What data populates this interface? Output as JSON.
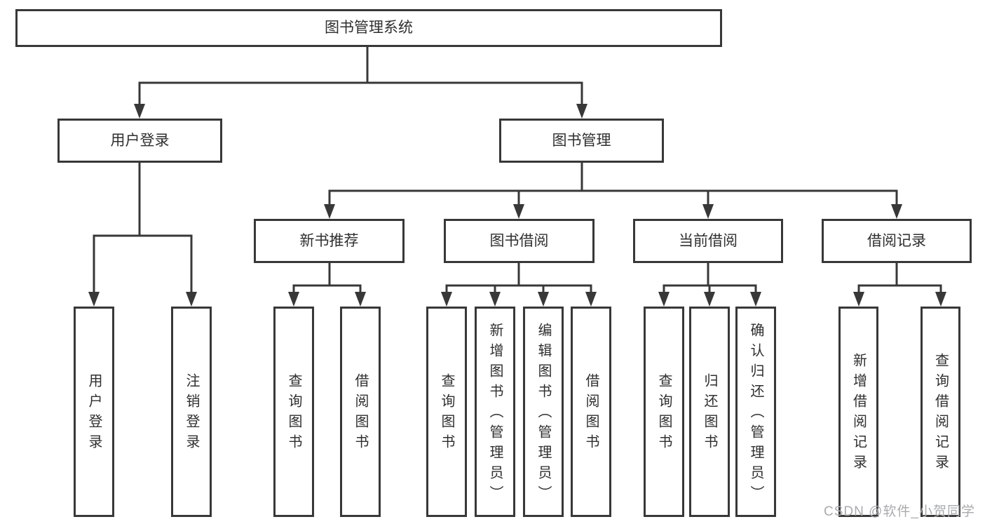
{
  "root": {
    "label": "图书管理系统"
  },
  "branches": [
    {
      "label": "用户登录",
      "children": [
        {
          "label": "用户登录"
        },
        {
          "label": "注销登录"
        }
      ]
    },
    {
      "label": "图书管理",
      "children": [
        {
          "label": "新书推荐",
          "children": [
            {
              "label": "查询图书"
            },
            {
              "label": "借阅图书"
            }
          ]
        },
        {
          "label": "图书借阅",
          "children": [
            {
              "label": "查询图书"
            },
            {
              "label": "新增图书（管理员）"
            },
            {
              "label": "编辑图书（管理员）"
            },
            {
              "label": "借阅图书"
            }
          ]
        },
        {
          "label": "当前借阅",
          "children": [
            {
              "label": "查询图书"
            },
            {
              "label": "归还图书"
            },
            {
              "label": "确认归还（管理员）"
            }
          ]
        },
        {
          "label": "借阅记录",
          "children": [
            {
              "label": "新增借阅记录"
            },
            {
              "label": "查询借阅记录"
            }
          ]
        }
      ]
    }
  ],
  "watermark": {
    "text": "CSDN @软件_小贺同学"
  },
  "colors": {
    "line": "#383838",
    "text": "#2f2f2f",
    "watermark": "#a8abb0",
    "background": "#ffffff"
  }
}
